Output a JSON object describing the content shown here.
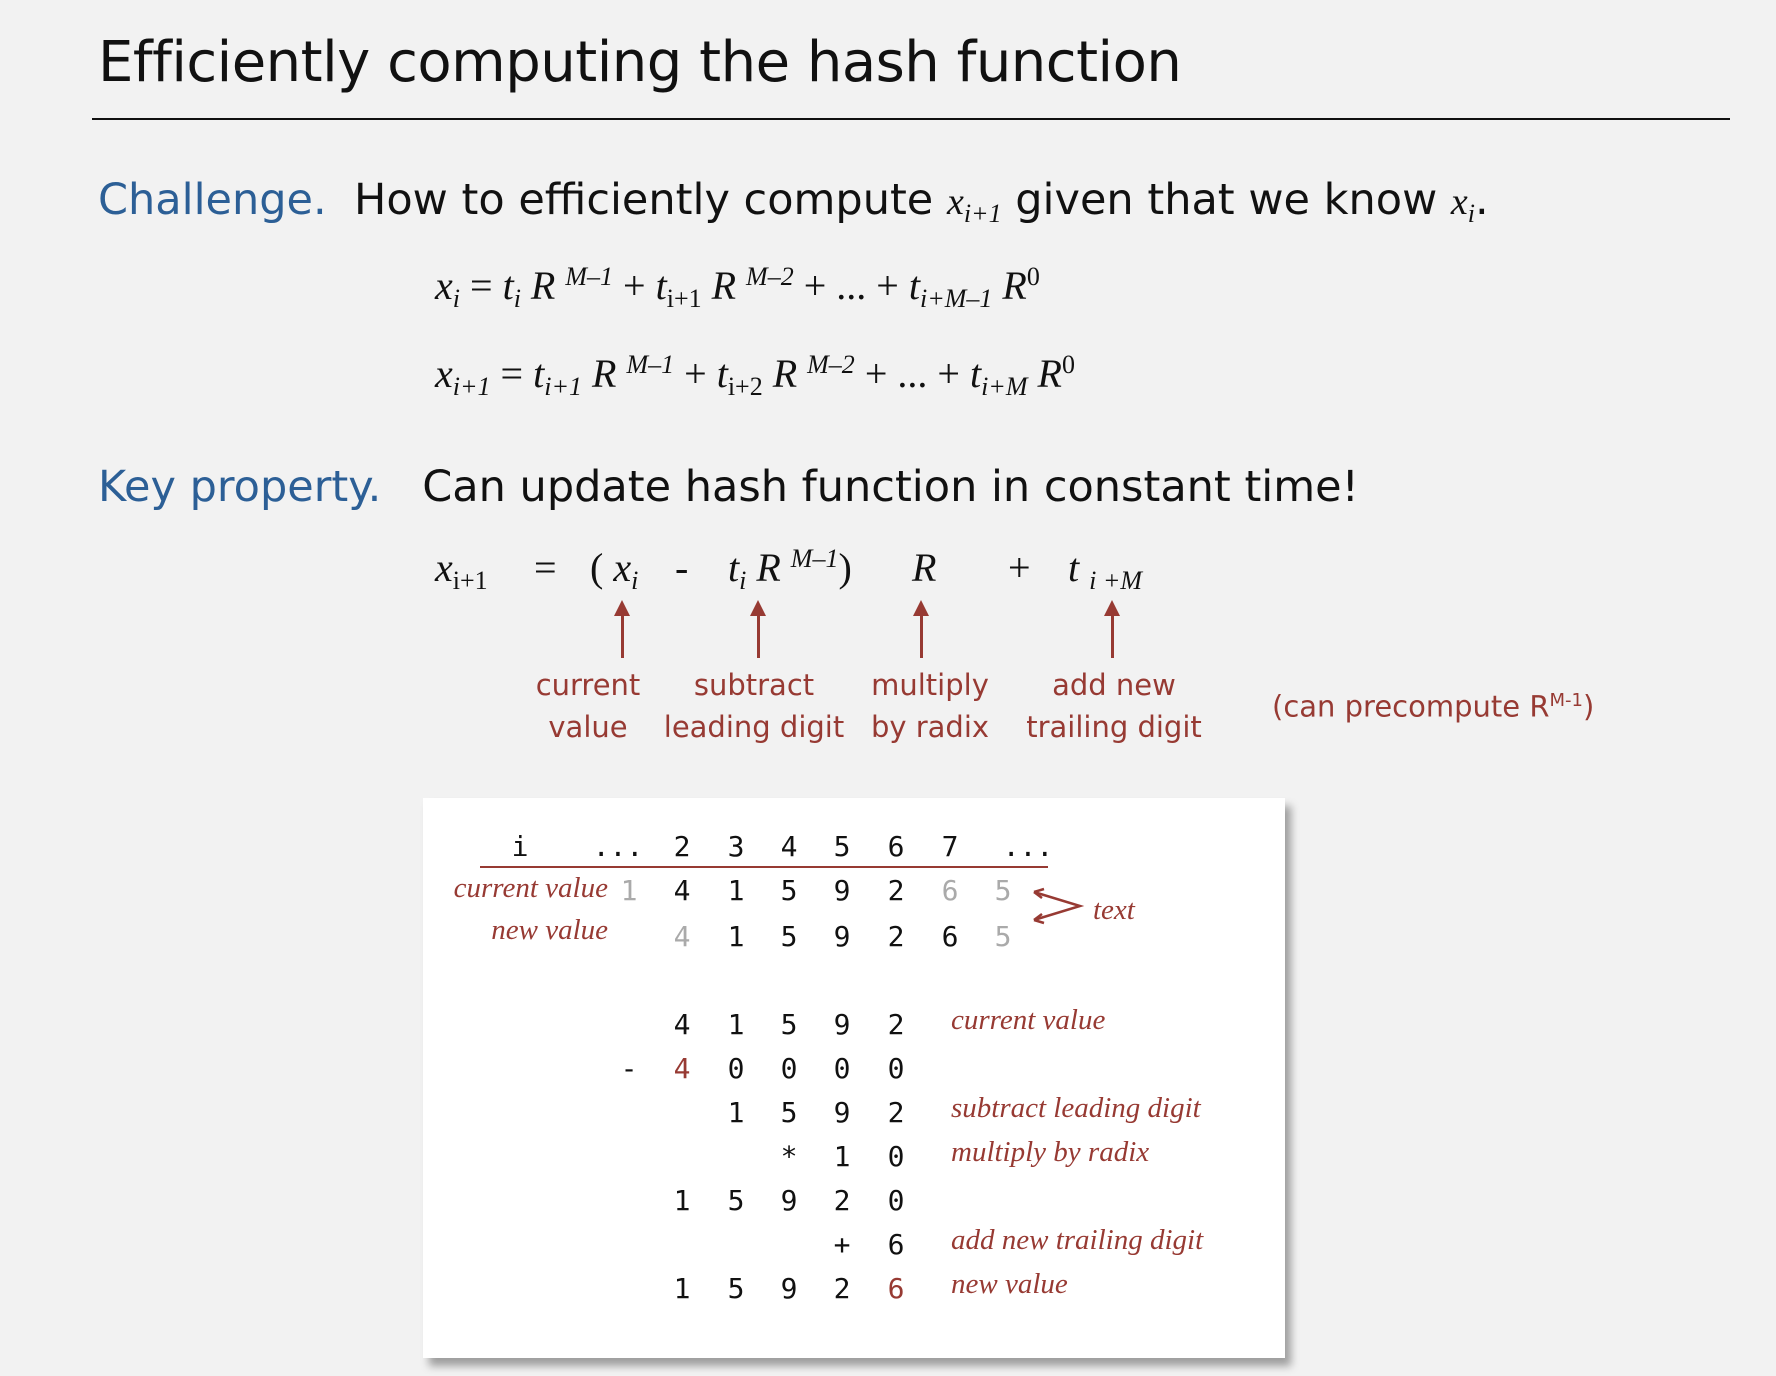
{
  "title": "Efficiently computing the hash function",
  "challenge": {
    "label": "Challenge.",
    "text_before": "How to efficiently compute",
    "var1": "x",
    "var1_sub": "i+1",
    "text_mid": "given that we know",
    "var2": "x",
    "var2_sub": "i",
    "period": "."
  },
  "equation1": {
    "lhs": "x",
    "lhs_sub": "i",
    "eq": "=",
    "t1": "t",
    "t1_sub": "i",
    "r1": "R",
    "r1_sup": "M–1",
    "plus1": "+",
    "t2": "t",
    "t2_sub": "i+1",
    "r2": "R",
    "r2_sup": "M–2",
    "plus2": "+ ... +",
    "t3": "t",
    "t3_sub": "i+M–1",
    "r3": "R",
    "r3_sup": "0"
  },
  "equation2": {
    "lhs": "x",
    "lhs_sub": "i+1",
    "eq": "=",
    "t1": "t",
    "t1_sub": "i+1",
    "r1": "R",
    "r1_sup": "M–1",
    "plus1": "+",
    "t2": "t",
    "t2_sub": "i+2",
    "r2": "R",
    "r2_sup": "M–2",
    "plus2": "+ ... +",
    "t3": "t",
    "t3_sub": "i+M",
    "r3": "R",
    "r3_sup": "0"
  },
  "key_property": {
    "label": "Key property.",
    "text": "Can update hash function in constant time!"
  },
  "update_equation": {
    "lhs": "x",
    "lhs_sub": "i+1",
    "eq": "=",
    "open": "(",
    "xi": "x",
    "xi_sub": "i",
    "minus": "-",
    "ti": "t",
    "ti_sub": "i",
    "r": "R",
    "r_sup": "M–1",
    "close": ")",
    "radix": "R",
    "plus": "+",
    "tnew": "t",
    "tnew_sub": "i +M"
  },
  "annotations": [
    {
      "line1": "current",
      "line2": "value"
    },
    {
      "line1": "subtract",
      "line2": "leading digit"
    },
    {
      "line1": "multiply",
      "line2": "by radix"
    },
    {
      "line1": "add new",
      "line2": "trailing digit"
    }
  ],
  "precompute_note": {
    "text": "(can precompute R",
    "sup": "M-1",
    "close": ")"
  },
  "example": {
    "index_header": [
      "i",
      "...",
      "2",
      "3",
      "4",
      "5",
      "6",
      "7",
      "..."
    ],
    "current_value_label": "current value",
    "current_value_row": [
      "1",
      "4",
      "1",
      "5",
      "9",
      "2",
      "6",
      "5"
    ],
    "new_value_label": "new value",
    "new_value_row": [
      "4",
      "1",
      "5",
      "9",
      "2",
      "6",
      "5"
    ],
    "text_label": "text",
    "calc_rows": [
      {
        "op": "",
        "digits": [
          "4",
          "1",
          "5",
          "9",
          "2"
        ],
        "note": "current value"
      },
      {
        "op": "-",
        "digits": [
          "4",
          "0",
          "0",
          "0",
          "0"
        ],
        "note": ""
      },
      {
        "op": "",
        "digits": [
          "1",
          "5",
          "9",
          "2"
        ],
        "note": "subtract leading digit"
      },
      {
        "op": "*",
        "digits": [
          "1",
          "0"
        ],
        "note": "multiply by radix"
      },
      {
        "op": "",
        "digits": [
          "1",
          "5",
          "9",
          "2",
          "0"
        ],
        "note": ""
      },
      {
        "op": "+",
        "digits": [
          "6"
        ],
        "note": "add new trailing digit"
      },
      {
        "op": "",
        "digits": [
          "1",
          "5",
          "9",
          "2",
          "6"
        ],
        "note": "new value"
      }
    ]
  }
}
